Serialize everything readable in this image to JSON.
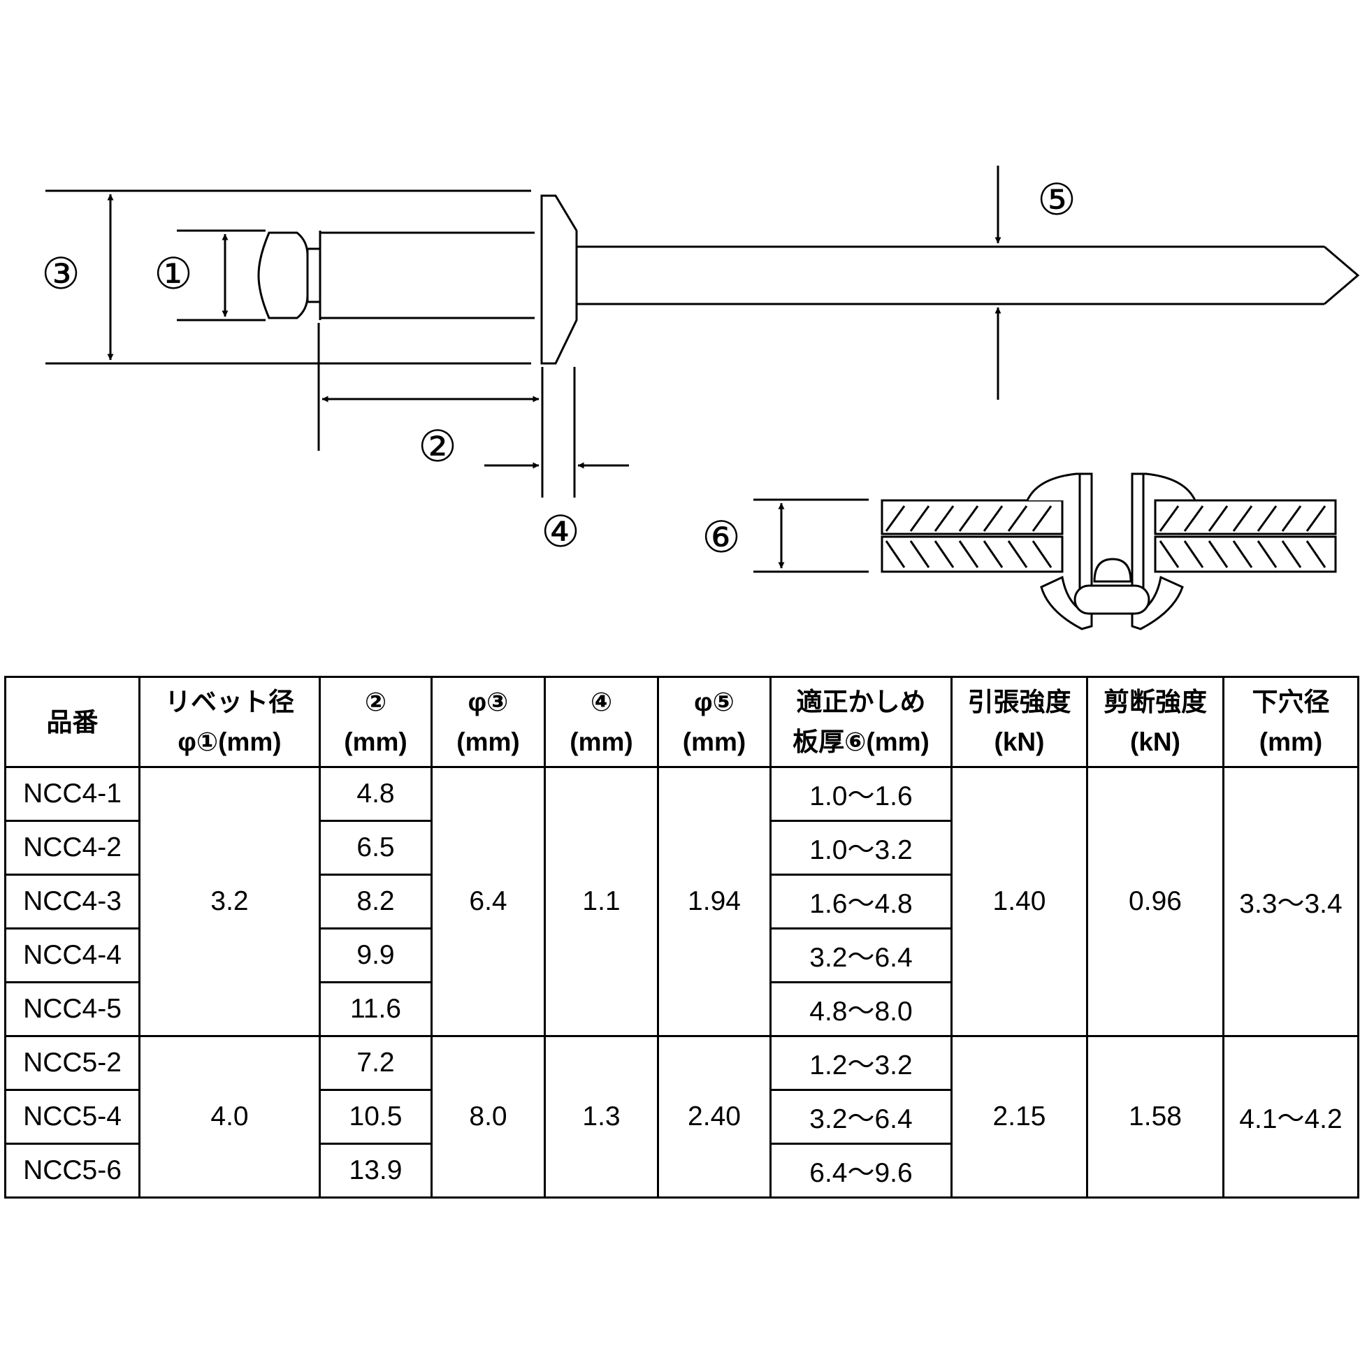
{
  "labels": {
    "d1": "①",
    "d2": "②",
    "d3": "③",
    "d4": "④",
    "d5": "⑤",
    "d6": "⑥"
  },
  "table": {
    "headers": [
      {
        "line1": "品番",
        "line2": ""
      },
      {
        "line1": "リベット径",
        "line2": "φ①(mm)"
      },
      {
        "line1": "②",
        "line2": "(mm)"
      },
      {
        "line1": "φ③",
        "line2": "(mm)"
      },
      {
        "line1": "④",
        "line2": "(mm)"
      },
      {
        "line1": "φ⑤",
        "line2": "(mm)"
      },
      {
        "line1": "適正かしめ",
        "line2": "板厚⑥(mm)"
      },
      {
        "line1": "引張強度",
        "line2": "(kN)"
      },
      {
        "line1": "剪断強度",
        "line2": "(kN)"
      },
      {
        "line1": "下穴径",
        "line2": "(mm)"
      }
    ],
    "groups": [
      {
        "rivet_dia": "3.2",
        "dia3": "6.4",
        "dim4": "1.1",
        "dia5": "1.94",
        "tensile": "1.40",
        "shear": "0.96",
        "hole": "3.3～3.4",
        "rows": [
          {
            "part": "NCC4-1",
            "dim2": "4.8",
            "grip": "1.0～1.6"
          },
          {
            "part": "NCC4-2",
            "dim2": "6.5",
            "grip": "1.0～3.2"
          },
          {
            "part": "NCC4-3",
            "dim2": "8.2",
            "grip": "1.6～4.8"
          },
          {
            "part": "NCC4-4",
            "dim2": "9.9",
            "grip": "3.2～6.4"
          },
          {
            "part": "NCC4-5",
            "dim2": "11.6",
            "grip": "4.8～8.0"
          }
        ]
      },
      {
        "rivet_dia": "4.0",
        "dia3": "8.0",
        "dim4": "1.3",
        "dia5": "2.40",
        "tensile": "2.15",
        "shear": "1.58",
        "hole": "4.1～4.2",
        "rows": [
          {
            "part": "NCC5-2",
            "dim2": "7.2",
            "grip": "1.2～3.2"
          },
          {
            "part": "NCC5-4",
            "dim2": "10.5",
            "grip": "3.2～6.4"
          },
          {
            "part": "NCC5-6",
            "dim2": "13.9",
            "grip": "6.4～9.6"
          }
        ]
      }
    ]
  }
}
